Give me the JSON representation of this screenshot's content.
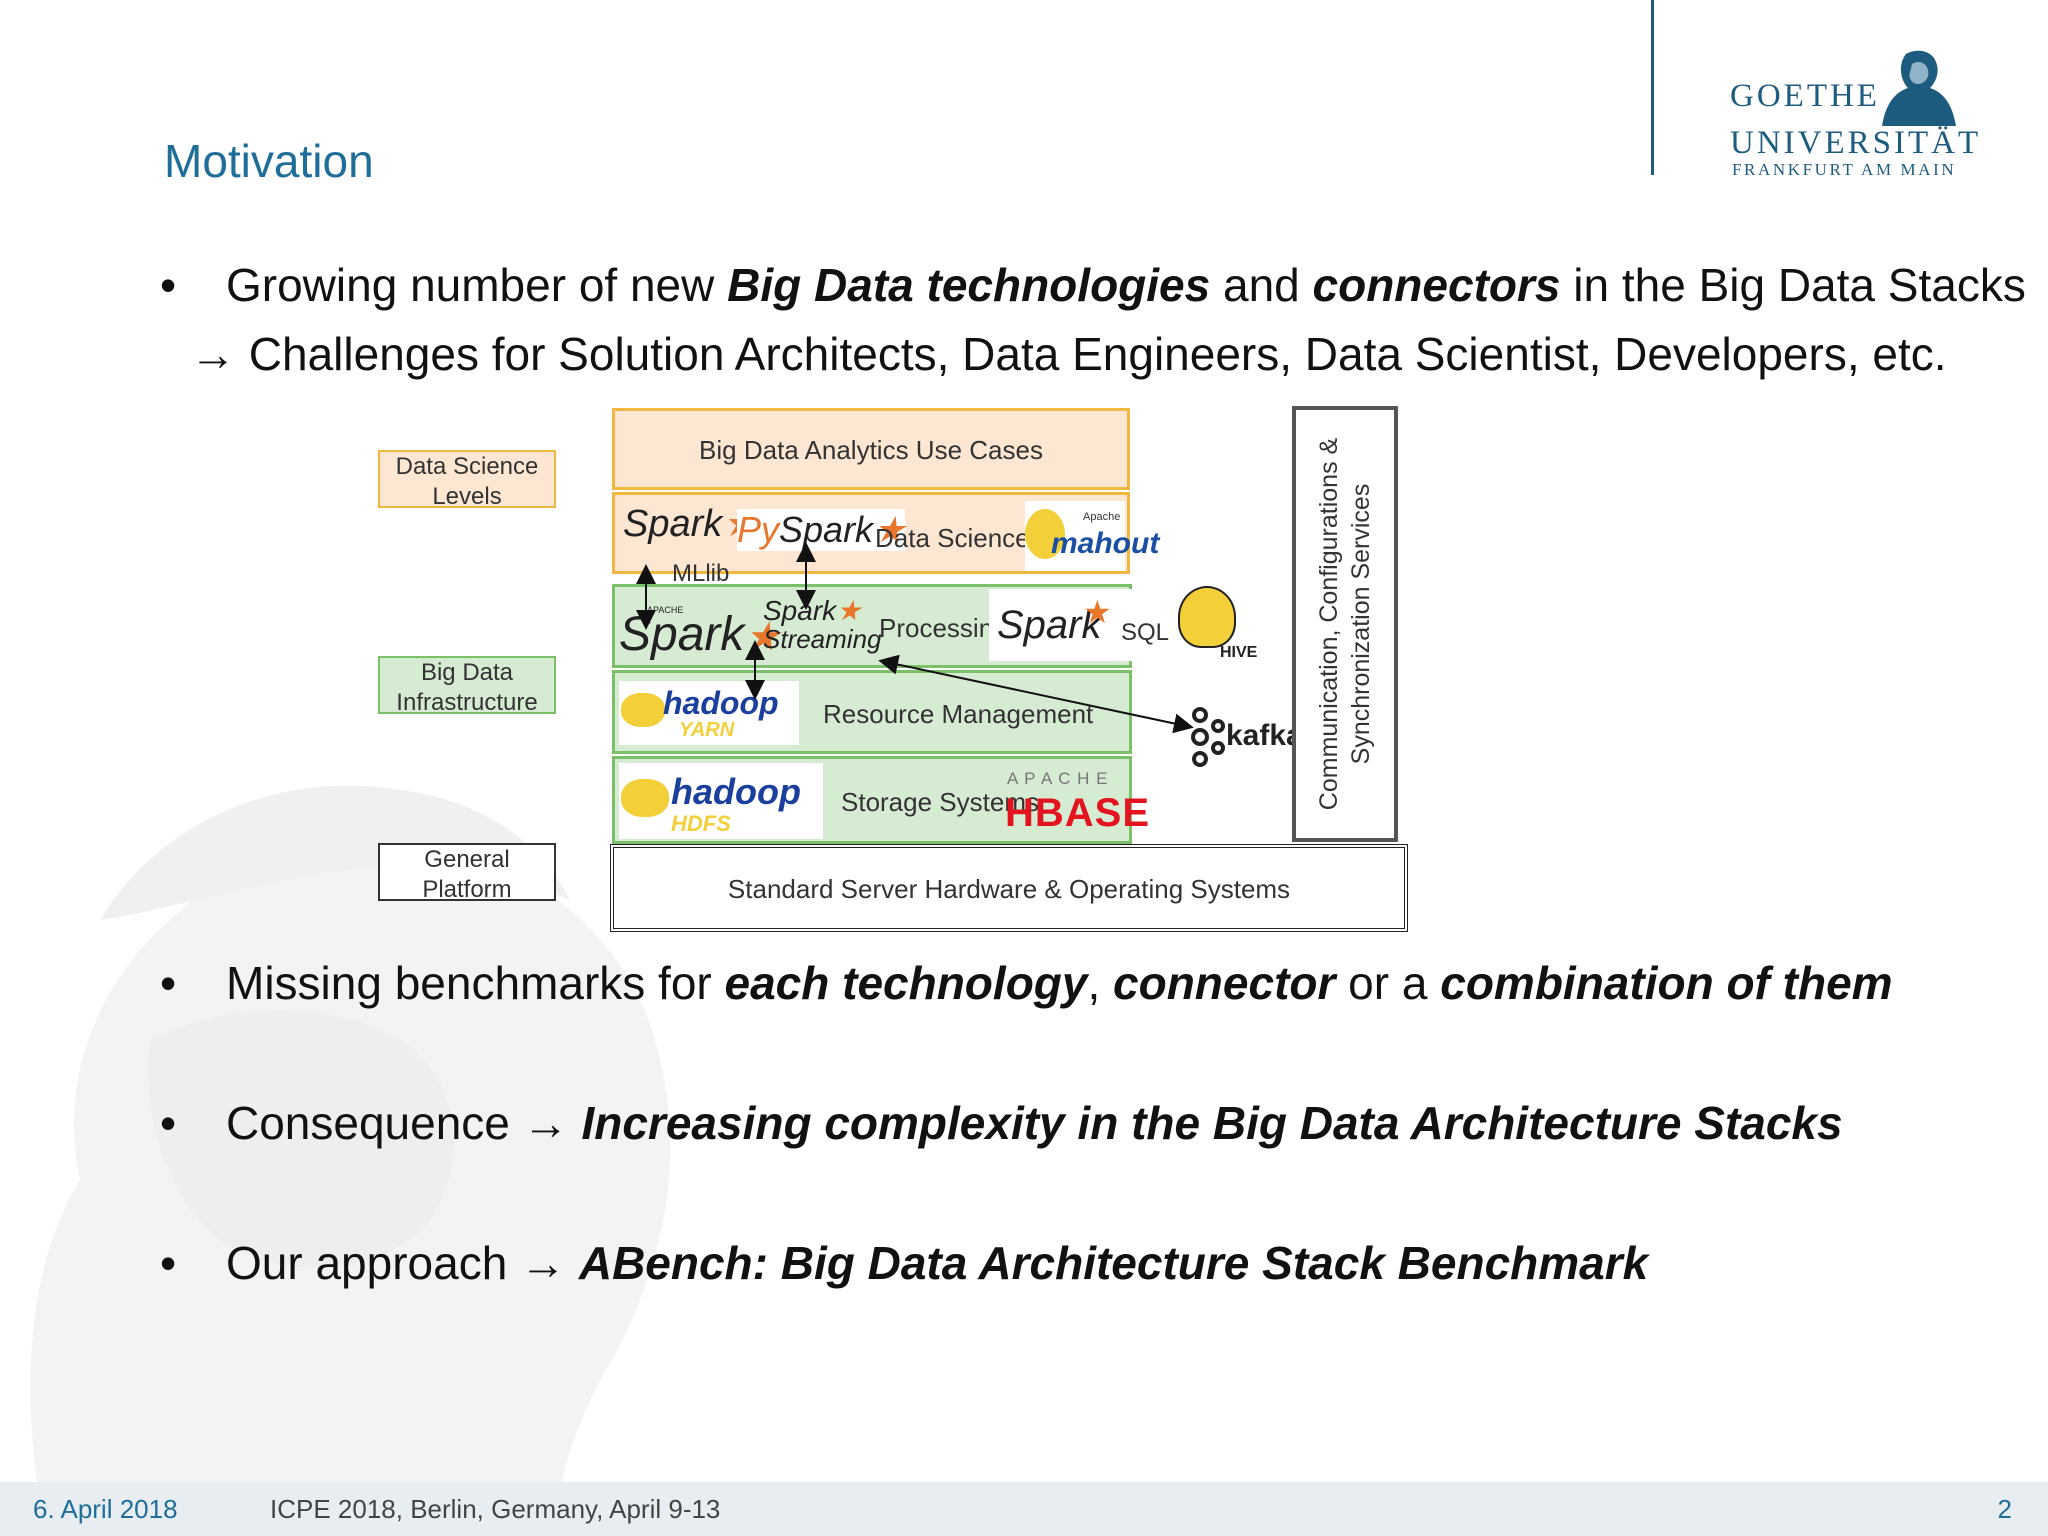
{
  "header": {
    "title": "Motivation",
    "logo": {
      "line1": "GOETHE",
      "line2": "UNIVERSITÄT",
      "line3": "FRANKFURT AM MAIN",
      "icon": "goethe-bust-icon"
    }
  },
  "bullets": [
    {
      "parts": [
        {
          "t": "Growing number of new ",
          "s": "normal"
        },
        {
          "t": "Big Data technologies",
          "s": "bold-italic"
        },
        {
          "t": " and ",
          "s": "normal"
        },
        {
          "t": "connectors",
          "s": "bold-italic"
        },
        {
          "t": " in the Big Data Stacks",
          "s": "normal"
        }
      ],
      "continuation": "→ Challenges for Solution Architects, Data Engineers, Data Scientist, Developers, etc."
    },
    {
      "parts": [
        {
          "t": "Missing benchmarks for ",
          "s": "normal"
        },
        {
          "t": "each technology",
          "s": "bold-italic"
        },
        {
          "t": ", ",
          "s": "normal"
        },
        {
          "t": "connector",
          "s": "bold-italic"
        },
        {
          "t": " or a ",
          "s": "normal"
        },
        {
          "t": "combination of them",
          "s": "bold-italic"
        }
      ]
    },
    {
      "parts": [
        {
          "t": "Consequence → ",
          "s": "normal"
        },
        {
          "t": "Increasing complexity in the Big Data Architecture Stacks",
          "s": "bold-italic"
        }
      ]
    },
    {
      "parts": [
        {
          "t": "Our approach → ",
          "s": "normal"
        },
        {
          "t": "ABench: Big Data Architecture Stack Benchmark",
          "s": "bold-italic"
        }
      ]
    }
  ],
  "diagram": {
    "levels": {
      "data_science": "Data Science Levels",
      "big_data": "Big Data Infrastructure",
      "general": "General Platform"
    },
    "layers": {
      "use_cases": "Big Data Analytics Use Cases",
      "ds_tools": "Data Science Tools",
      "processing": "Processing",
      "resource": "Resource Management",
      "storage": "Storage Systems",
      "hardware": "Standard Server Hardware & Operating Systems"
    },
    "side_panel": {
      "line1": "Communication, Configurations &",
      "line2": "Synchronization Services"
    },
    "components": {
      "spark": "Spark",
      "mllib": "MLlib",
      "pyspark_py": "Py",
      "pyspark_spark": "Spark",
      "mahout_small": "Apache",
      "mahout": "mahout",
      "apache_small": "APACHE",
      "spark_big": "Spark",
      "streaming_top": "Spark",
      "streaming": "Streaming",
      "sparksql_spark": "Spark",
      "sparksql_sql": "SQL",
      "hive": "HIVE",
      "hadoop_yarn": "hadoop",
      "yarn": "YARN",
      "kafka": "kafka",
      "hadoop_hdfs": "hadoop",
      "hdfs": "HDFS",
      "hbase_apache": "A P A C H E",
      "hbase": "HBASE"
    },
    "colors": {
      "orange_fill": "#fde6d2",
      "orange_border": "#f0b840",
      "green_fill": "#d6ecd2",
      "green_border": "#7dc06a"
    }
  },
  "footer": {
    "date": "6. April 2018",
    "conference": "ICPE 2018, Berlin, Germany, April 9-13",
    "page": "2"
  }
}
